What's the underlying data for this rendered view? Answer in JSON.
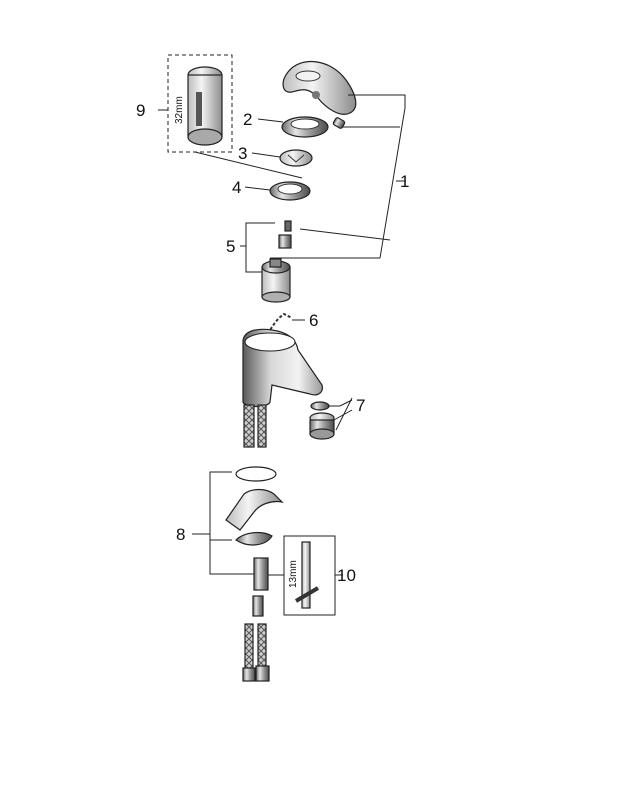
{
  "callouts": {
    "c1": "1",
    "c2": "2",
    "c3": "3",
    "c4": "4",
    "c5": "5",
    "c6": "6",
    "c7": "7",
    "c8": "8",
    "c9": "9",
    "c10": "10"
  },
  "dimensions": {
    "tool_9": "32mm",
    "tool_10": "13mm"
  }
}
